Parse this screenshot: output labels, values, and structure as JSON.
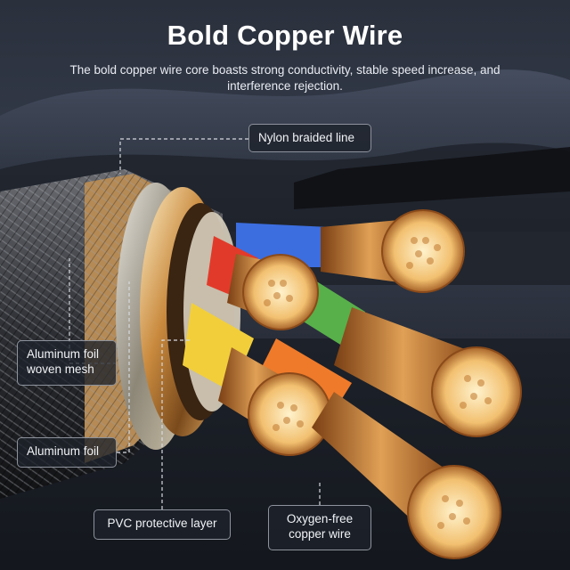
{
  "header": {
    "title": "Bold Copper Wire",
    "subtitle": "The bold copper wire core boasts strong conductivity, stable speed increase, and interference rejection."
  },
  "callouts": {
    "nylon": "Nylon braided line",
    "aluminum_mesh_line1": "Aluminum foil",
    "aluminum_mesh_line2": "woven mesh",
    "aluminum_foil": "Aluminum foil",
    "pvc": "PVC protective layer",
    "copper_line1": "Oxygen-free",
    "copper_line2": "copper wire"
  },
  "colors": {
    "background": "#1b1f29",
    "copper": "#d9964a",
    "copper_highlight": "#ffe2a8",
    "insulation_red": "#e23a2a",
    "insulation_blue": "#3c6ee0",
    "insulation_green": "#58b04a",
    "insulation_yellow": "#f2cf3a",
    "insulation_orange": "#ef7a2a",
    "braid": "#3a3c42",
    "label_border": "#8d929c"
  }
}
